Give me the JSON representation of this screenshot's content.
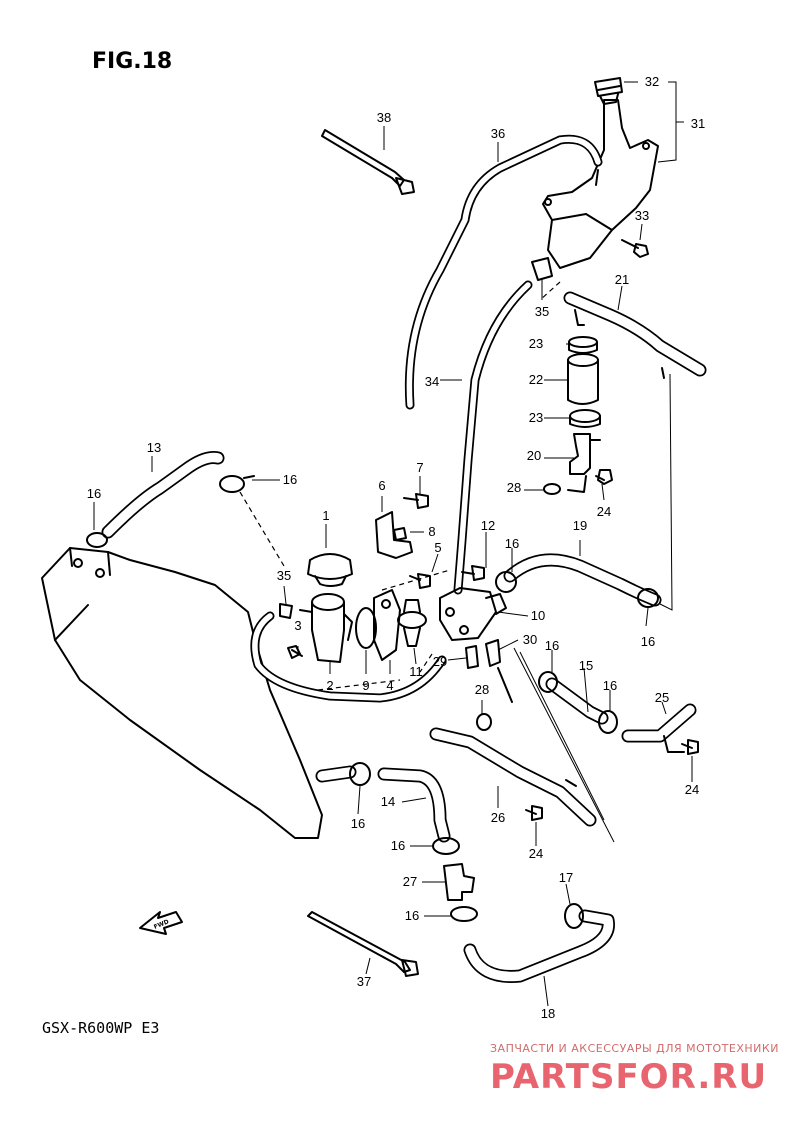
{
  "figure": {
    "title": "FIG.18",
    "model": "GSX-R600WP  E3",
    "fwd_label": "FWD"
  },
  "callouts": [
    "1",
    "2",
    "3",
    "4",
    "5",
    "6",
    "7",
    "8",
    "9",
    "10",
    "11",
    "12",
    "13",
    "14",
    "15",
    "16",
    "17",
    "18",
    "19",
    "20",
    "21",
    "22",
    "23",
    "24",
    "25",
    "26",
    "27",
    "28",
    "29",
    "30",
    "31",
    "32",
    "33",
    "34",
    "35",
    "36",
    "37",
    "38"
  ],
  "labels": {
    "n1": "1",
    "n2": "2",
    "n3": "3",
    "n4": "4",
    "n5": "5",
    "n6": "6",
    "n7": "7",
    "n8": "8",
    "n9": "9",
    "n10": "10",
    "n11": "11",
    "n12": "12",
    "n13": "13",
    "n14": "14",
    "n15": "15",
    "n16": "16",
    "n17": "17",
    "n18": "18",
    "n19": "19",
    "n20": "20",
    "n21": "21",
    "n22": "22",
    "n23": "23",
    "n24": "24",
    "n25": "25",
    "n26": "26",
    "n27": "27",
    "n28": "28",
    "n29": "29",
    "n30": "30",
    "n31": "31",
    "n32": "32",
    "n33": "33",
    "n34": "34",
    "n35": "35",
    "n36": "36",
    "n37": "37",
    "n38": "38"
  },
  "watermark": {
    "caption": "ЗАПЧАСТИ И АКСЕССУАРЫ ДЛЯ МОТОТЕХНИКИ",
    "brand": "PARTSFOR.RU"
  },
  "colors": {
    "line": "#000000",
    "background": "#ffffff",
    "watermark": "#e8646e"
  }
}
